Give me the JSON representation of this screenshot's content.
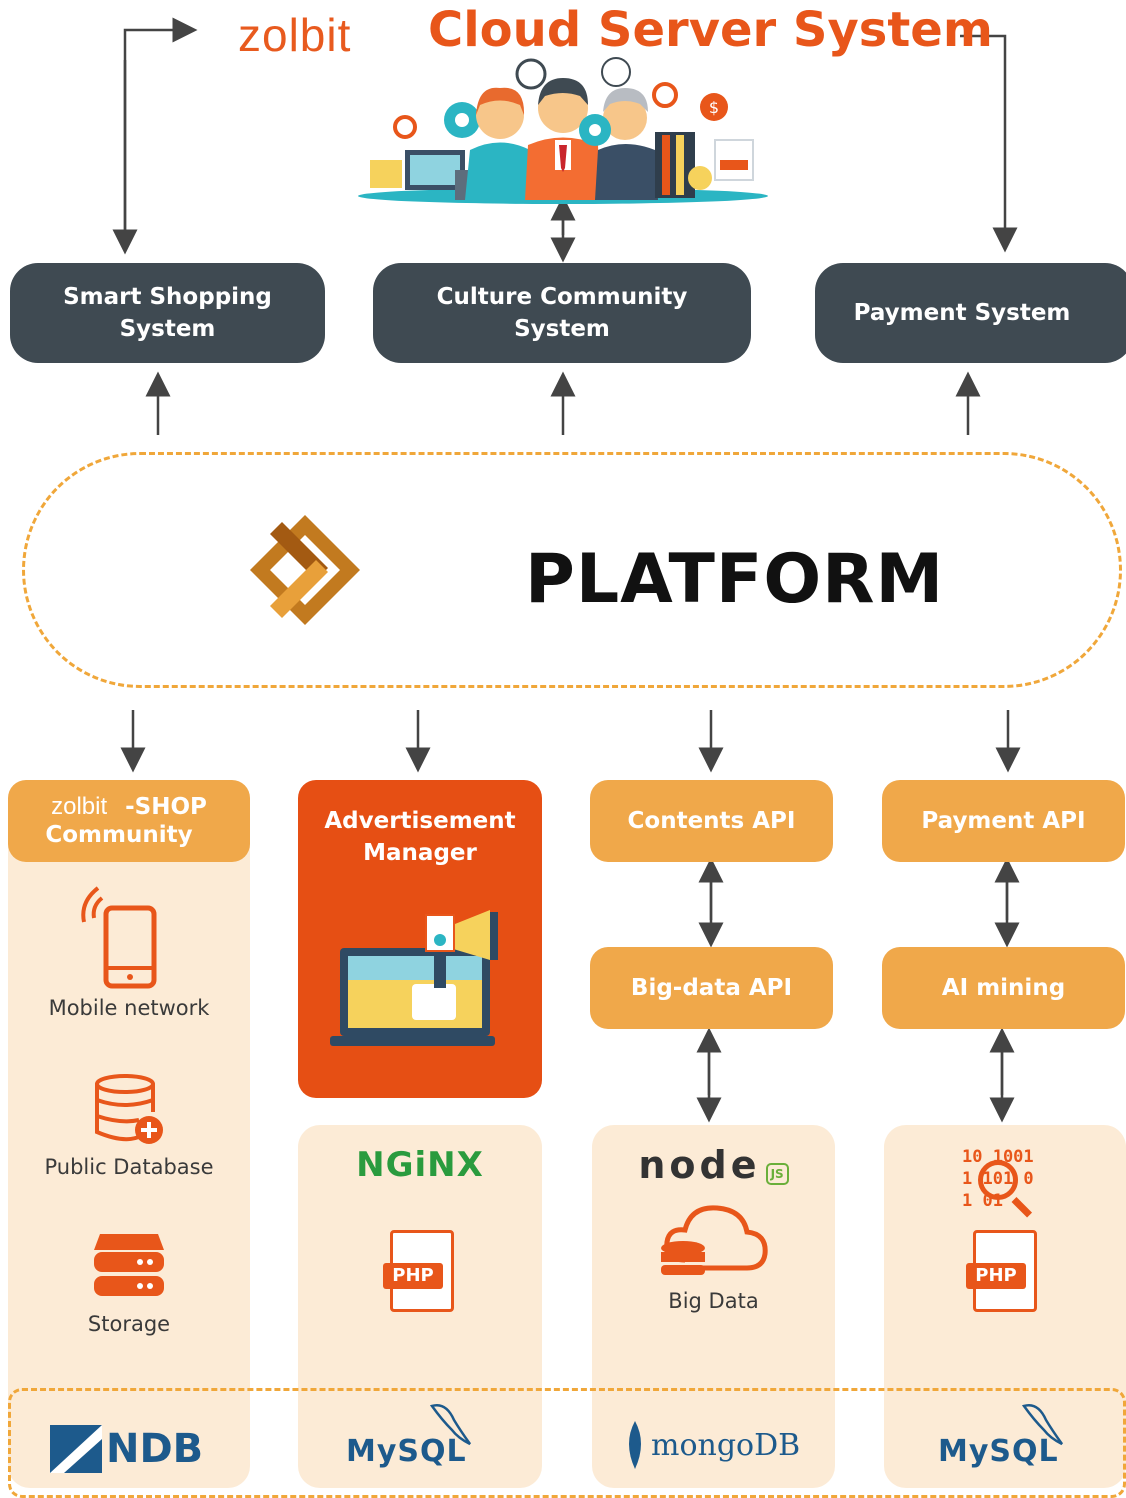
{
  "header": {
    "brand": "zolbit",
    "title": "Cloud Server System"
  },
  "systems": [
    {
      "label_line1": "Smart Shopping",
      "label_line2": "System"
    },
    {
      "label_line1": "Culture Community",
      "label_line2": "System"
    },
    {
      "label_line1": "Payment System",
      "label_line2": ""
    }
  ],
  "platform": {
    "title": "PLATFORM"
  },
  "col1": {
    "brand": "zolbit",
    "suffix": "-SHOP",
    "line2": "Community",
    "items": [
      "Mobile network",
      "Public Database",
      "Storage"
    ],
    "db": "NDB"
  },
  "col2": {
    "title_line1": "Advertisement",
    "title_line2": "Manager",
    "server": "NGiNX",
    "lang": "PHP",
    "db": "MySQL"
  },
  "col3": {
    "api1": "Contents API",
    "api2": "Big-data API",
    "runtime": "node",
    "runtime_badge": "JS",
    "bigdata": "Big Data",
    "db": "mongoDB"
  },
  "col4": {
    "api1": "Payment API",
    "api2": "AI mining",
    "binary1": "10 1001",
    "binary2": "1 101 0",
    "binary3": "1 01",
    "lang": "PHP",
    "db": "MySQL"
  },
  "colors": {
    "accent": "#e8561a",
    "dark": "#3f4a52",
    "orange": "#f0a84a",
    "cream": "#fcebd6"
  }
}
